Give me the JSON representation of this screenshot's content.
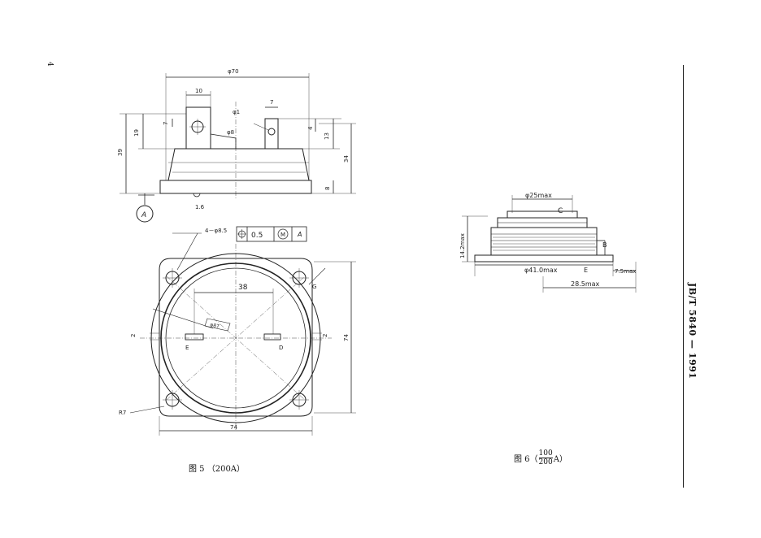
{
  "page": {
    "number": "4",
    "standard_code": "JB/T 5840 — 1991"
  },
  "figure5": {
    "caption": "图 5 （200A）",
    "side_view": {
      "dim_overall_width": "φ70",
      "dim_terminal_width": "10",
      "dim_terminal_height": "19",
      "dim_total_height": "39",
      "dim_small_terminal_width": "7",
      "dim_terminal_hole_a": "7",
      "dim_hole_phi1": "φ1",
      "dim_hole_phi8": "φ8",
      "dim_small_4": "4",
      "dim_13": "13",
      "dim_34": "34",
      "dim_base": "8",
      "datum_label": "A",
      "dim_1_6": "1.6"
    },
    "plan_view": {
      "hole_note": "4－φ8.5",
      "tolerance_symbol": "⊕",
      "tolerance_value": "0.5",
      "tolerance_modifier": "M",
      "tolerance_datum": "A",
      "dim_38": "38",
      "dim_phi87": "φ87",
      "terminal_E": "E",
      "terminal_D": "D",
      "terminal_G": "G",
      "dim_2_left": "2",
      "dim_2_right": "2",
      "dim_74_vertical": "74",
      "dim_74_horizontal": "74",
      "radius_label": "R7"
    }
  },
  "figure6": {
    "caption_prefix": "图 6（",
    "caption_num": "100",
    "caption_den": "200",
    "caption_suffix": "A）",
    "dim_phi25": "φ25max",
    "label_C": "C",
    "label_B": "B",
    "dim_height": "14.2max",
    "dim_phi41": "φ41.0max",
    "label_E": "E",
    "dim_7_5": "7.5max",
    "dim_28_5": "28.5max"
  }
}
